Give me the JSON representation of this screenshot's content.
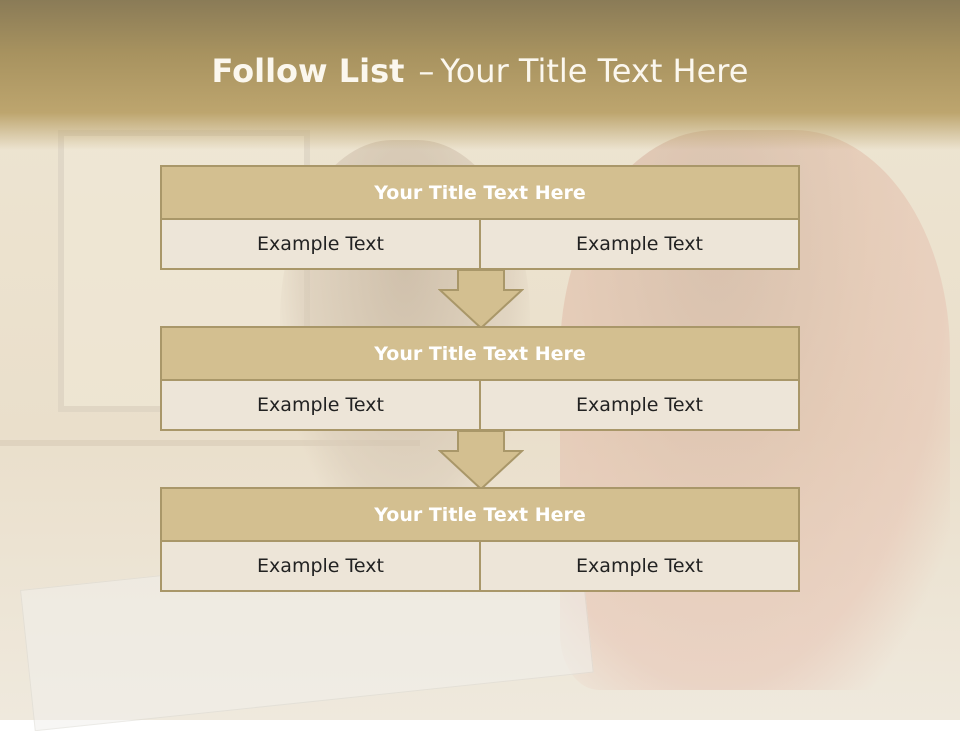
{
  "slide": {
    "title_bold": "Follow List",
    "title_sep": "–",
    "title_rest": "Your Title Text Here"
  },
  "blocks": [
    {
      "title": "Your Title Text Here",
      "left": "Example Text",
      "right": "Example Text"
    },
    {
      "title": "Your Title Text Here",
      "left": "Example Text",
      "right": "Example Text"
    },
    {
      "title": "Your Title Text Here",
      "left": "Example Text",
      "right": "Example Text"
    }
  ],
  "icons": {
    "connector": "down-arrow-icon"
  },
  "colors": {
    "header_band": "#a7925f",
    "block_head": "#d3bf90",
    "block_cell": "#ede5d8",
    "border": "#a99769"
  }
}
